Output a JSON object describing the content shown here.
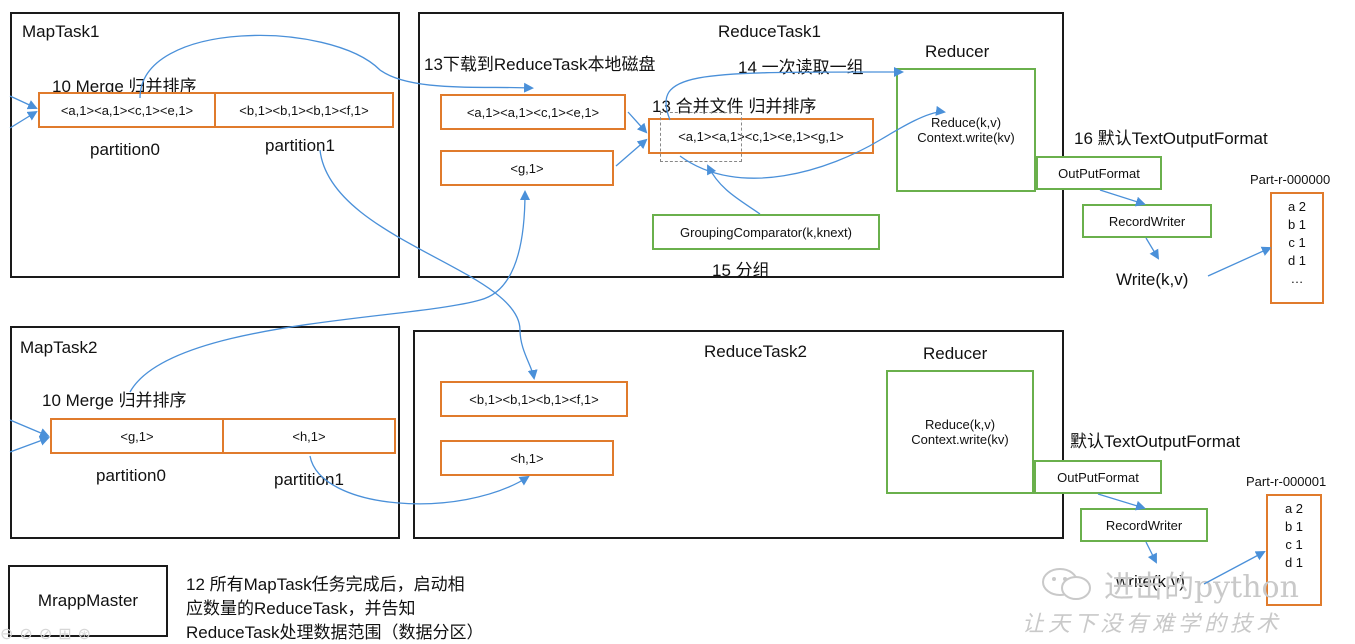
{
  "map_task_1": {
    "title": "MapTask1",
    "merge_label": "10 Merge 归并排序",
    "partition0": "<a,1><a,1><c,1><e,1>",
    "partition1": "<b,1><b,1><b,1><f,1>",
    "partition0_label": "partition0",
    "partition1_label": "partition1"
  },
  "map_task_2": {
    "title": "MapTask2",
    "merge_label": "10 Merge 归并排序",
    "partition0": "<g,1>",
    "partition1": "<h,1>",
    "partition0_label": "partition0",
    "partition1_label": "partition1"
  },
  "reduce_task_1": {
    "title": "ReduceTask1",
    "download_label": "13下载到ReduceTask本地磁盘",
    "read_label": "14 一次读取一组",
    "merge_label": "13 合并文件 归并排序",
    "buffer_a": "<a,1><a,1><c,1><e,1>",
    "buffer_g": "<g,1>",
    "merged": "<a,1><a,1><c,1><e,1><g,1>",
    "grouping": "GroupingComparator(k,knext)",
    "group_label": "15 分组",
    "reducer_title": "Reducer",
    "reduce_line1": "Reduce(k,v)",
    "reduce_line2": "Context.write(kv)"
  },
  "reduce_task_2": {
    "title": "ReduceTask2",
    "buffer_b": "<b,1><b,1><b,1><f,1>",
    "buffer_h": "<h,1>",
    "reducer_title": "Reducer",
    "reduce_line1": "Reduce(k,v)",
    "reduce_line2": "Context.write(kv)"
  },
  "output_1": {
    "format_label": "16 默认TextOutputFormat",
    "outputformat": "OutPutFormat",
    "recordwriter": "RecordWriter",
    "write": "Write(k,v)",
    "file_name": "Part-r-000000",
    "lines": [
      "a 2",
      "b 1",
      "c 1",
      "d 1",
      "…"
    ]
  },
  "output_2": {
    "format_label": "默认TextOutputFormat",
    "outputformat": "OutPutFormat",
    "recordwriter": "RecordWriter",
    "write": "write(k,v)",
    "file_name": "Part-r-000001",
    "lines": [
      "a 2",
      "b 1",
      "c 1",
      "d 1"
    ]
  },
  "master": {
    "title": "MrappMaster",
    "note_line1": "12 所有MapTask任务完成后，启动相",
    "note_line2": "应数量的ReduceTask，并告知",
    "note_line3": "ReduceTask处理数据范围（数据分区）"
  },
  "watermark": {
    "account": "进击的python",
    "slogan": "让天下没有难学的技术"
  },
  "colors": {
    "orange": "#e07b2c",
    "green": "#6ab04c",
    "arrow": "#4a90d9",
    "border": "#1a1a1a"
  }
}
